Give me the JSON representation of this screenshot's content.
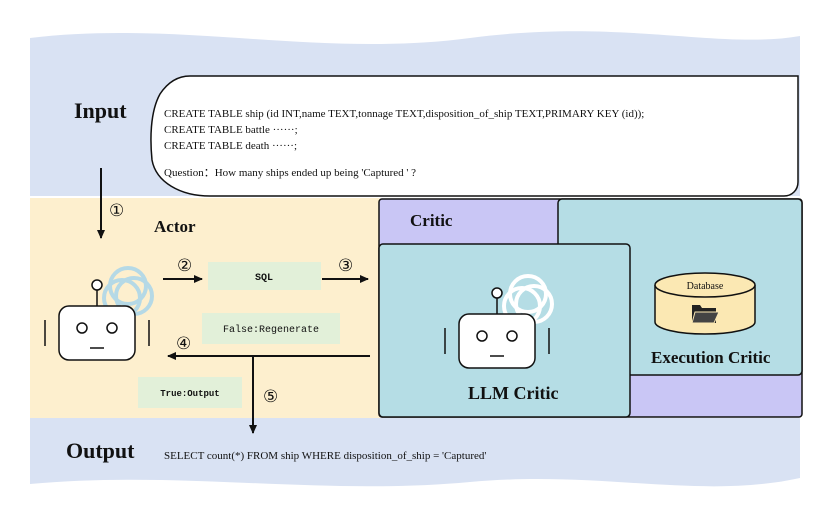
{
  "input": {
    "heading": "Input",
    "schema_lines": [
      "CREATE TABLE ship (id INT,name TEXT,tonnage TEXT,disposition_of_ship TEXT,PRIMARY KEY (id));",
      "CREATE TABLE battle ······;",
      "CREATE TABLE death ······;"
    ],
    "question": "Question：How many ships ended up being 'Captured ' ?"
  },
  "steps": [
    "①",
    "②",
    "③",
    "④",
    "⑤"
  ],
  "actor": {
    "heading": "Actor",
    "sql_label": "SQL",
    "false_label": "False:Regenerate",
    "true_label": "True:Output"
  },
  "critic": {
    "heading": "Critic",
    "llm_label": "LLM Critic",
    "exec_label": "Execution Critic",
    "database_label": "Database"
  },
  "output": {
    "heading": "Output",
    "query": "SELECT count(*) FROM ship WHERE disposition_of_ship  =  'Captured'"
  },
  "colors": {
    "band": "#d9e2f3",
    "actor_bg": "#fdefce",
    "critic_header": "#c9c6f5",
    "critic_panel": "#b5dde5",
    "db_fill": "#fbe8b3",
    "pill_green": "#e2f0d9",
    "folder": "#222222"
  },
  "icons": [
    "robot-icon",
    "openai-logo-icon",
    "database-icon",
    "folder-icon"
  ]
}
